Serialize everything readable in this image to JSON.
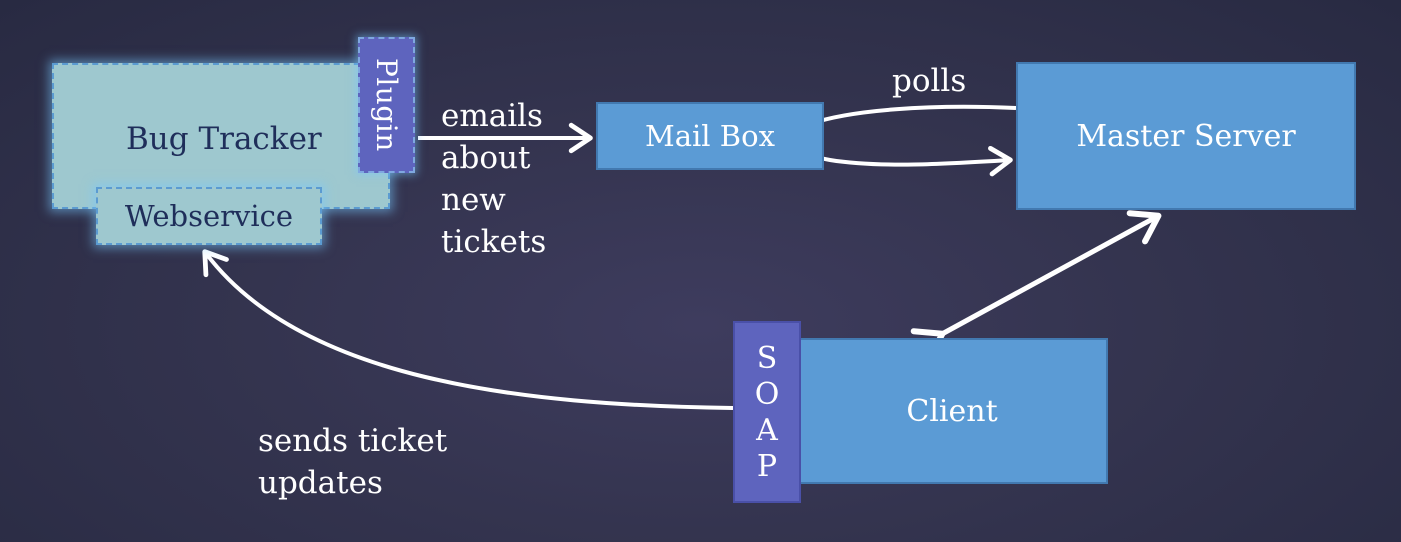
{
  "nodes": {
    "bug_tracker": "Bug Tracker",
    "webservice": "Webservice",
    "plugin": "Plugin",
    "mail_box": "Mail Box",
    "master_server": "Master Server",
    "client": "Client",
    "soap": [
      "S",
      "O",
      "A",
      "P"
    ]
  },
  "edges": {
    "emails": "emails\nabout\nnew\ntickets",
    "polls": "polls",
    "sends_updates": "sends ticket\nupdates"
  },
  "colors": {
    "background": "#34344f",
    "light_box": "#9ec8cf",
    "blue_box": "#5b9bd5",
    "purple_box": "#5e64be",
    "arrow": "#ffffff"
  }
}
